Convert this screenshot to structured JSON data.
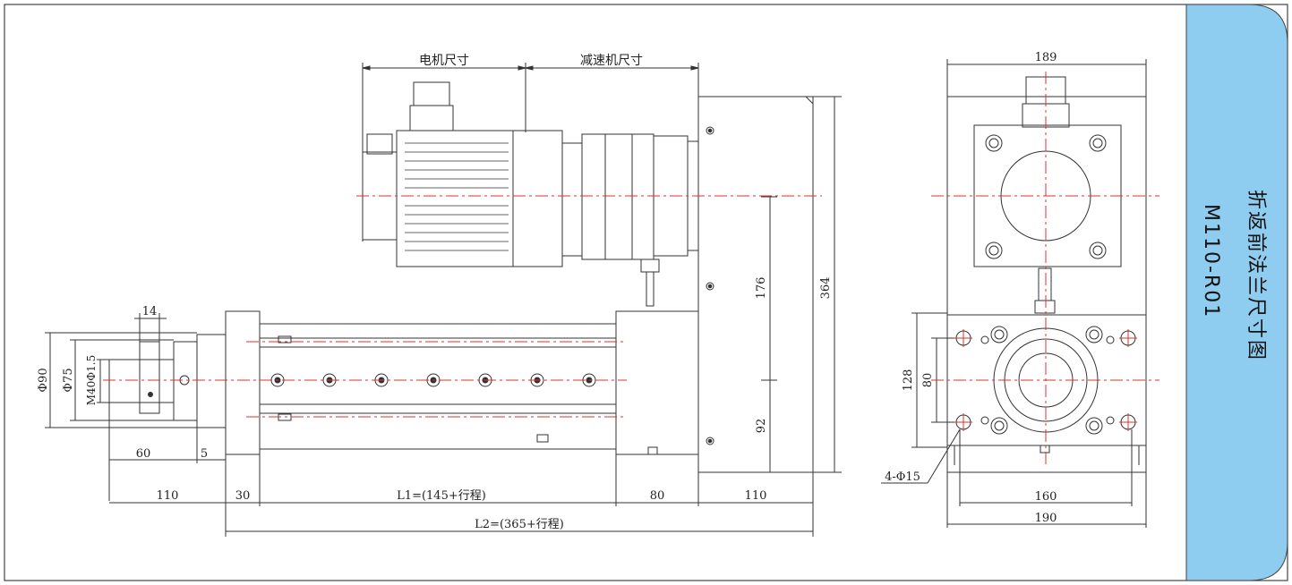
{
  "title": {
    "name": "折返前法兰尺寸图",
    "model": "M110-R01"
  },
  "colors": {
    "panel": "#8ecdf0",
    "centerline": "#e0312c",
    "line": "#333333"
  },
  "labels": {
    "motor_size": "电机尺寸",
    "reducer_size": "减速机尺寸"
  },
  "dimensions": {
    "side_view": {
      "d14": "14",
      "phi90": "Φ90",
      "phi75": "Φ75",
      "m40": "M40Φ1.5",
      "d60": "60",
      "d5": "5",
      "d110_left": "110",
      "d30": "30",
      "l1": "L1=(145+行程)",
      "d80": "80",
      "d110_right": "110",
      "l2": "L2=(365+行程)",
      "d176": "176",
      "d364": "364",
      "d92": "92"
    },
    "end_view": {
      "d189": "189",
      "d128": "128",
      "d80": "80",
      "hole": "4-Φ15",
      "d160": "160",
      "d190": "190"
    }
  }
}
